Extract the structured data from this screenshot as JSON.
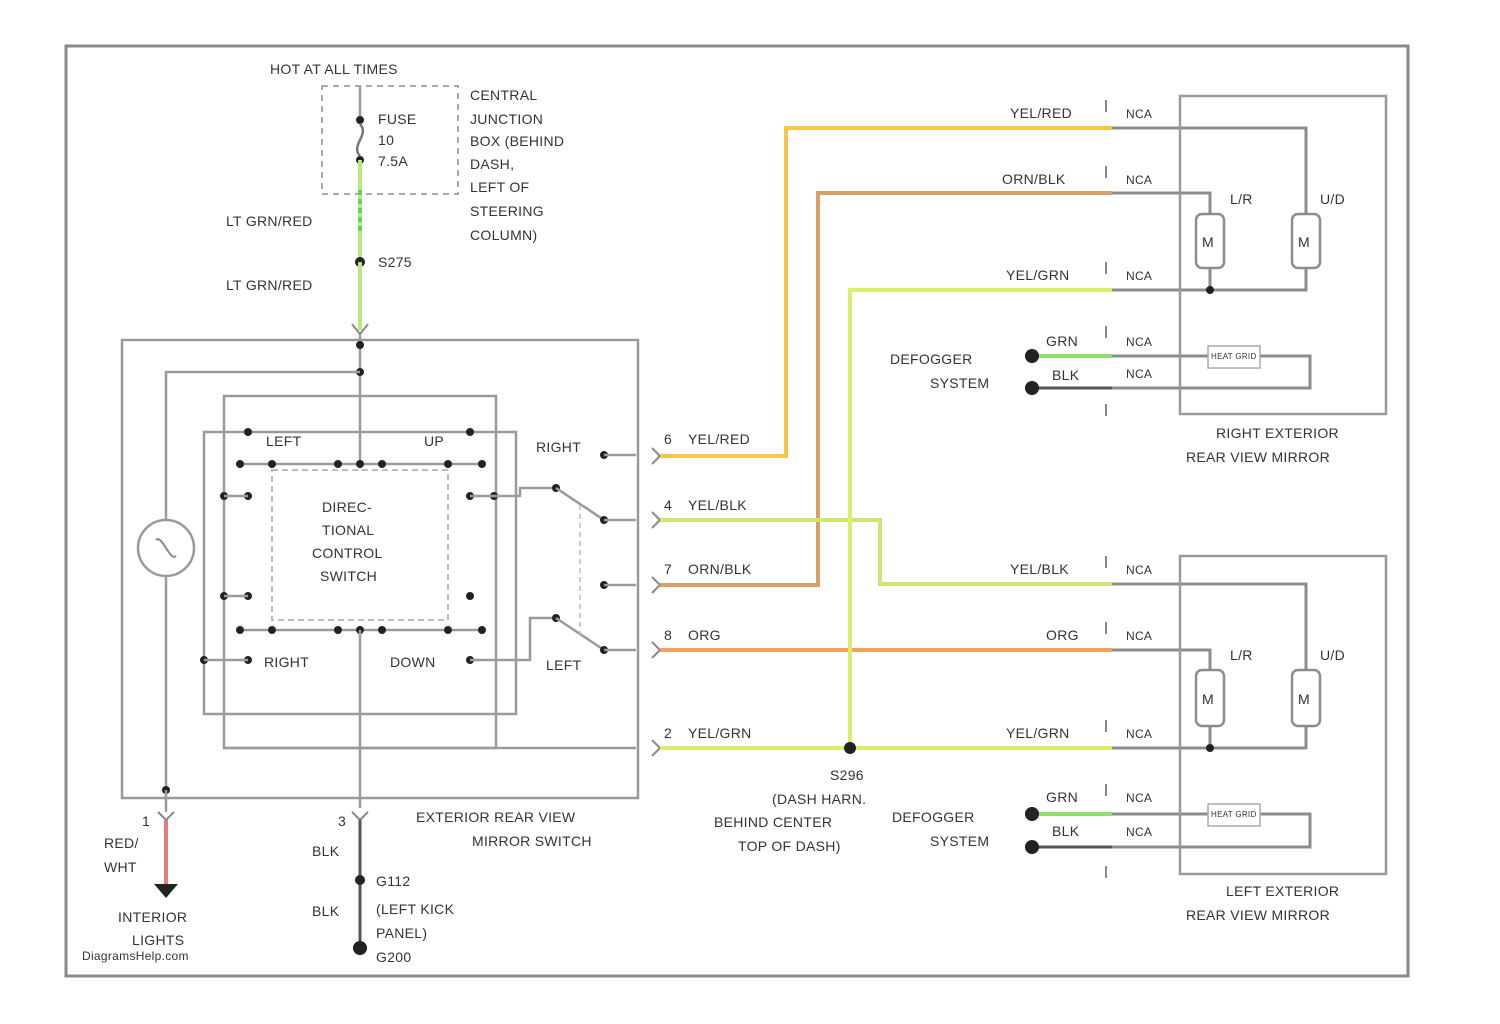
{
  "power": {
    "title": "HOT AT ALL TIMES",
    "fuse_line1": "FUSE",
    "fuse_line2": "10",
    "fuse_line3": "7.5A",
    "cjb": [
      "CENTRAL",
      "JUNCTION",
      "BOX (BEHIND",
      "DASH,",
      "LEFT OF",
      "STEERING",
      "COLUMN)"
    ],
    "wire_a": "LT GRN/RED",
    "splice": "S275",
    "wire_b": "LT GRN/RED"
  },
  "switch": {
    "title_lines": [
      "EXTERIOR REAR VIEW",
      "MIRROR SWITCH"
    ],
    "control_lines": [
      "DIREC-",
      "TIONAL",
      "CONTROL",
      "SWITCH"
    ],
    "left": "LEFT",
    "up": "UP",
    "right": "RIGHT",
    "down": "DOWN",
    "sel_right": "RIGHT",
    "sel_left": "LEFT"
  },
  "pins": [
    {
      "num": "6",
      "wire": "YEL/RED"
    },
    {
      "num": "4",
      "wire": "YEL/BLK"
    },
    {
      "num": "7",
      "wire": "ORN/BLK"
    },
    {
      "num": "8",
      "wire": "ORG"
    },
    {
      "num": "2",
      "wire": "YEL/GRN"
    }
  ],
  "splice_center": [
    "S296",
    "(DASH HARN.",
    "BEHIND CENTER",
    "TOP OF DASH)"
  ],
  "right_mirror": {
    "name_lines": [
      "RIGHT EXTERIOR",
      "REAR VIEW MIRROR"
    ],
    "w1": "YEL/RED",
    "w2": "ORN/BLK",
    "w3": "YEL/GRN",
    "w4": "GRN",
    "w5": "BLK",
    "nca": "NCA",
    "lr": "L/R",
    "ud": "U/D",
    "heat": "HEAT GRID",
    "defogger": [
      "DEFOGGER",
      "SYSTEM"
    ]
  },
  "left_mirror": {
    "name_lines": [
      "LEFT EXTERIOR",
      "REAR VIEW MIRROR"
    ],
    "w1": "YEL/BLK",
    "w2": "ORG",
    "w3": "YEL/GRN",
    "w4": "GRN",
    "w5": "BLK",
    "nca": "NCA",
    "lr": "L/R",
    "ud": "U/D",
    "heat": "HEAT GRID",
    "defogger": [
      "DEFOGGER",
      "SYSTEM"
    ]
  },
  "illumination": {
    "pin": "1",
    "wire_lines": [
      "RED/",
      "WHT"
    ],
    "dest_lines": [
      "INTERIOR",
      "LIGHTS"
    ]
  },
  "ground": {
    "pin": "3",
    "wire_a": "BLK",
    "splice": "G112",
    "wire_b": "BLK",
    "loc_lines": [
      "(LEFT KICK",
      "PANEL)"
    ],
    "gnd": "G200"
  },
  "watermark": "DiagramsHelp.com",
  "colors": {
    "yel_red": "#f5c543",
    "orn_blk": "#d9a06a",
    "yel_grn": "#d8ef6a",
    "org": "#f3a25d",
    "yel_blk": "#cfe56e",
    "grn": "#8fe06a",
    "lt_grn_red": "#b7ea7a",
    "red_wht": "#e87a7a"
  }
}
